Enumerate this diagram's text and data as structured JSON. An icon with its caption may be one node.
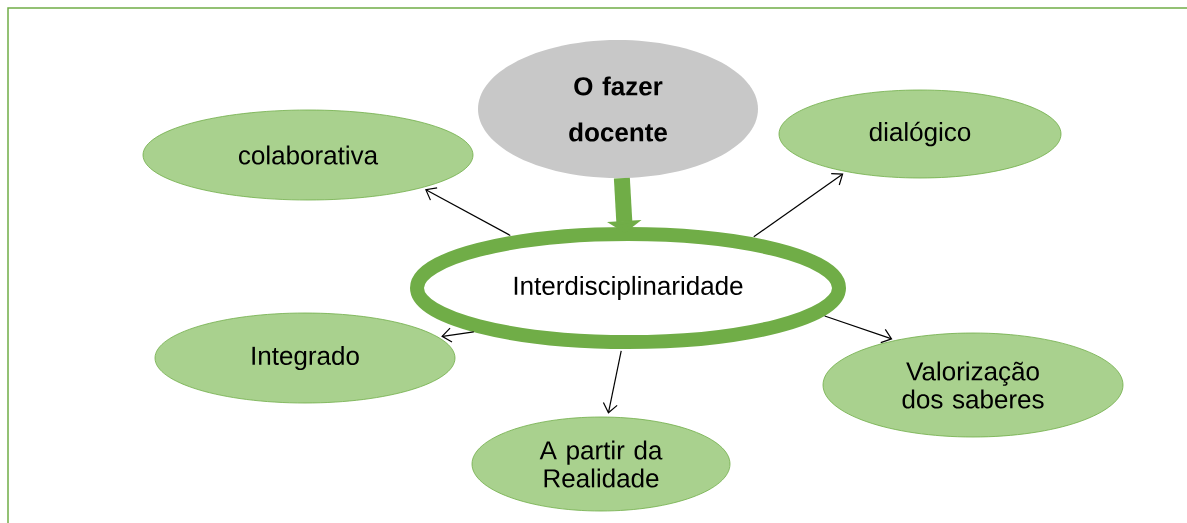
{
  "diagram": {
    "nodes": [
      {
        "text": [
          "O fazer docente"
        ]
      },
      {
        "text": [
          "colaborativa"
        ]
      },
      {
        "text": [
          "dialógico"
        ]
      },
      {
        "text": [
          "Interdisciplinaridade"
        ]
      },
      {
        "text": [
          "Integrado"
        ]
      },
      {
        "text": [
          "A partir da Realidade"
        ]
      },
      {
        "text": [
          "Valorização dos saberes"
        ]
      }
    ],
    "edges": [
      {
        "from": 0,
        "to": 3,
        "arrow": "to",
        "style": "thick",
        "color": "#70ad47"
      },
      {
        "from": 3,
        "to": 1,
        "arrow": "to"
      },
      {
        "from": 3,
        "to": 2,
        "arrow": "to"
      },
      {
        "from": 3,
        "to": 4,
        "arrow": "to"
      },
      {
        "from": 3,
        "to": 5,
        "arrow": "to"
      },
      {
        "from": 3,
        "to": 6,
        "arrow": "to"
      }
    ]
  }
}
